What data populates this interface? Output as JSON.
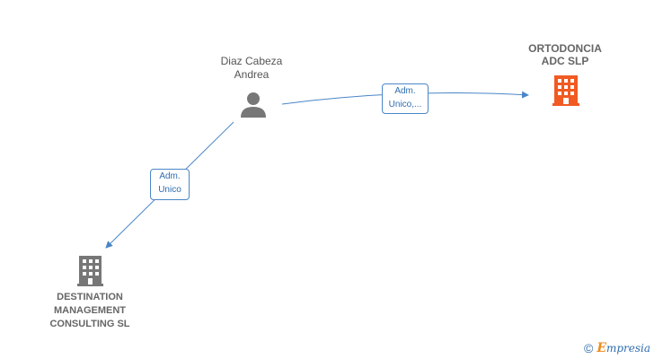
{
  "nodes": {
    "person": {
      "line1": "Diaz Cabeza",
      "line2": "Andrea",
      "color": "#777777"
    },
    "ortodoncia": {
      "line1": "ORTODONCIA",
      "line2": "ADC  SLP",
      "color": "#f15a22"
    },
    "destination": {
      "line1": "DESTINATION",
      "line2": "MANAGEMENT",
      "line3": "CONSULTING SL",
      "color": "#777777"
    }
  },
  "edges": {
    "to_ortodoncia": {
      "line1": "Adm.",
      "line2": "Unico,..."
    },
    "to_destination": {
      "line1": "Adm.",
      "line2": "Unico"
    }
  },
  "footer": {
    "copyright": "©",
    "brand_initial": "E",
    "brand_rest": "mpresia"
  },
  "colors": {
    "edge": "#4a86c8"
  }
}
